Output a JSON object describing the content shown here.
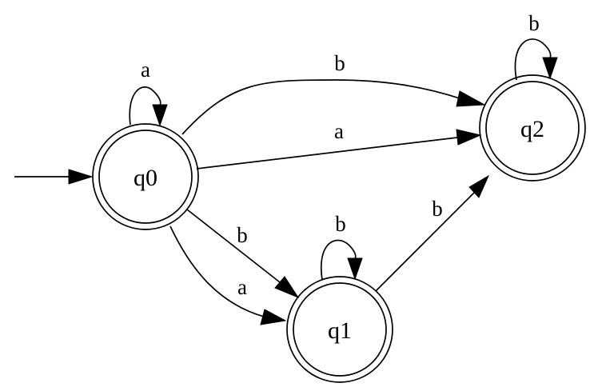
{
  "states": [
    {
      "id": "q0",
      "label": "q0",
      "accepting": true,
      "initial": true
    },
    {
      "id": "q1",
      "label": "q1",
      "accepting": true,
      "initial": false
    },
    {
      "id": "q2",
      "label": "q2",
      "accepting": true,
      "initial": false
    }
  ],
  "transitions": [
    {
      "id": "q0-q0-a",
      "from": "q0",
      "to": "q0",
      "symbol": "a"
    },
    {
      "id": "q0-q2-b",
      "from": "q0",
      "to": "q2",
      "symbol": "b"
    },
    {
      "id": "q0-q2-a",
      "from": "q0",
      "to": "q2",
      "symbol": "a"
    },
    {
      "id": "q0-q1-b",
      "from": "q0",
      "to": "q1",
      "symbol": "b"
    },
    {
      "id": "q0-q1-a",
      "from": "q0",
      "to": "q1",
      "symbol": "a"
    },
    {
      "id": "q1-q1-b",
      "from": "q1",
      "to": "q1",
      "symbol": "b"
    },
    {
      "id": "q1-q2-b",
      "from": "q1",
      "to": "q2",
      "symbol": "b"
    },
    {
      "id": "q2-q2-b",
      "from": "q2",
      "to": "q2",
      "symbol": "b"
    }
  ]
}
